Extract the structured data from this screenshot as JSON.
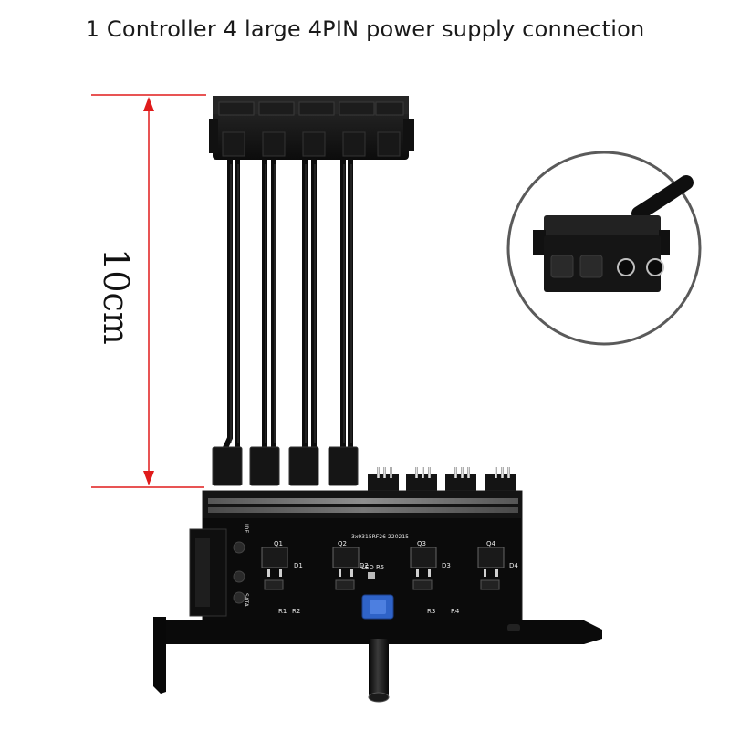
{
  "title": "1 Controller 4 large 4PIN power supply connection",
  "dimension_label": "10cm",
  "colors": {
    "dimension_line": "#e01b1b",
    "connector": "#141414",
    "pcb": "#0b0b0b",
    "bracket": "#0a0a0a",
    "switch": "#2f63c8"
  },
  "pcb": {
    "board_code": "3x9315RF26-220215",
    "led_label": "LED R5",
    "sata_label": "SATA",
    "ide_label": "IDE",
    "transistor_labels": [
      "Q1",
      "Q2",
      "Q3",
      "Q4"
    ],
    "diode_labels": [
      "D1",
      "D2",
      "D3",
      "D4"
    ],
    "resistor_labels": [
      "R1",
      "R2",
      "R3",
      "R4"
    ]
  },
  "inset": {
    "icons": [
      "molex-connector-closeup"
    ]
  }
}
